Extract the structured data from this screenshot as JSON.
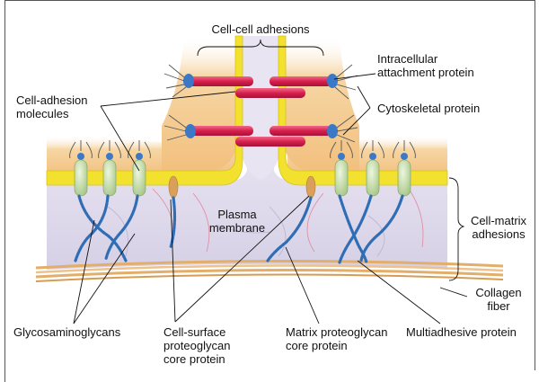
{
  "labels": {
    "cell_cell_adhesions": "Cell-cell adhesions",
    "intracellular_attachment_protein": [
      "Intracellular",
      "attachment protein"
    ],
    "cell_adhesion_molecules": [
      "Cell-adhesion",
      "molecules"
    ],
    "cytoskeletal_protein": "Cytoskeletal protein",
    "plasma_membrane": [
      "Plasma",
      "membrane"
    ],
    "cell_matrix_adhesions": [
      "Cell-matrix",
      "adhesions"
    ],
    "collagen_fiber": [
      "Collagen",
      "fiber"
    ],
    "glycosaminoglycans": "Glycosaminoglycans",
    "cell_surface_proteoglycan_core_protein": [
      "Cell-surface",
      "proteoglycan",
      "core protein"
    ],
    "matrix_proteoglycan_core_protein": [
      "Matrix proteoglycan",
      "core protein"
    ],
    "multiadhesive_protein": "Multiadhesive protein"
  },
  "colors": {
    "cytoplasm": "#f4c98a",
    "matrix": "#ddd9ea",
    "membrane": "#f2e12e",
    "adhesion_molecule": "#cfe3b4",
    "connector": "#e02b5a",
    "gag_chain": "#2f6db5",
    "collagen": "#e8b877",
    "core_protein": "#d9a05a"
  }
}
